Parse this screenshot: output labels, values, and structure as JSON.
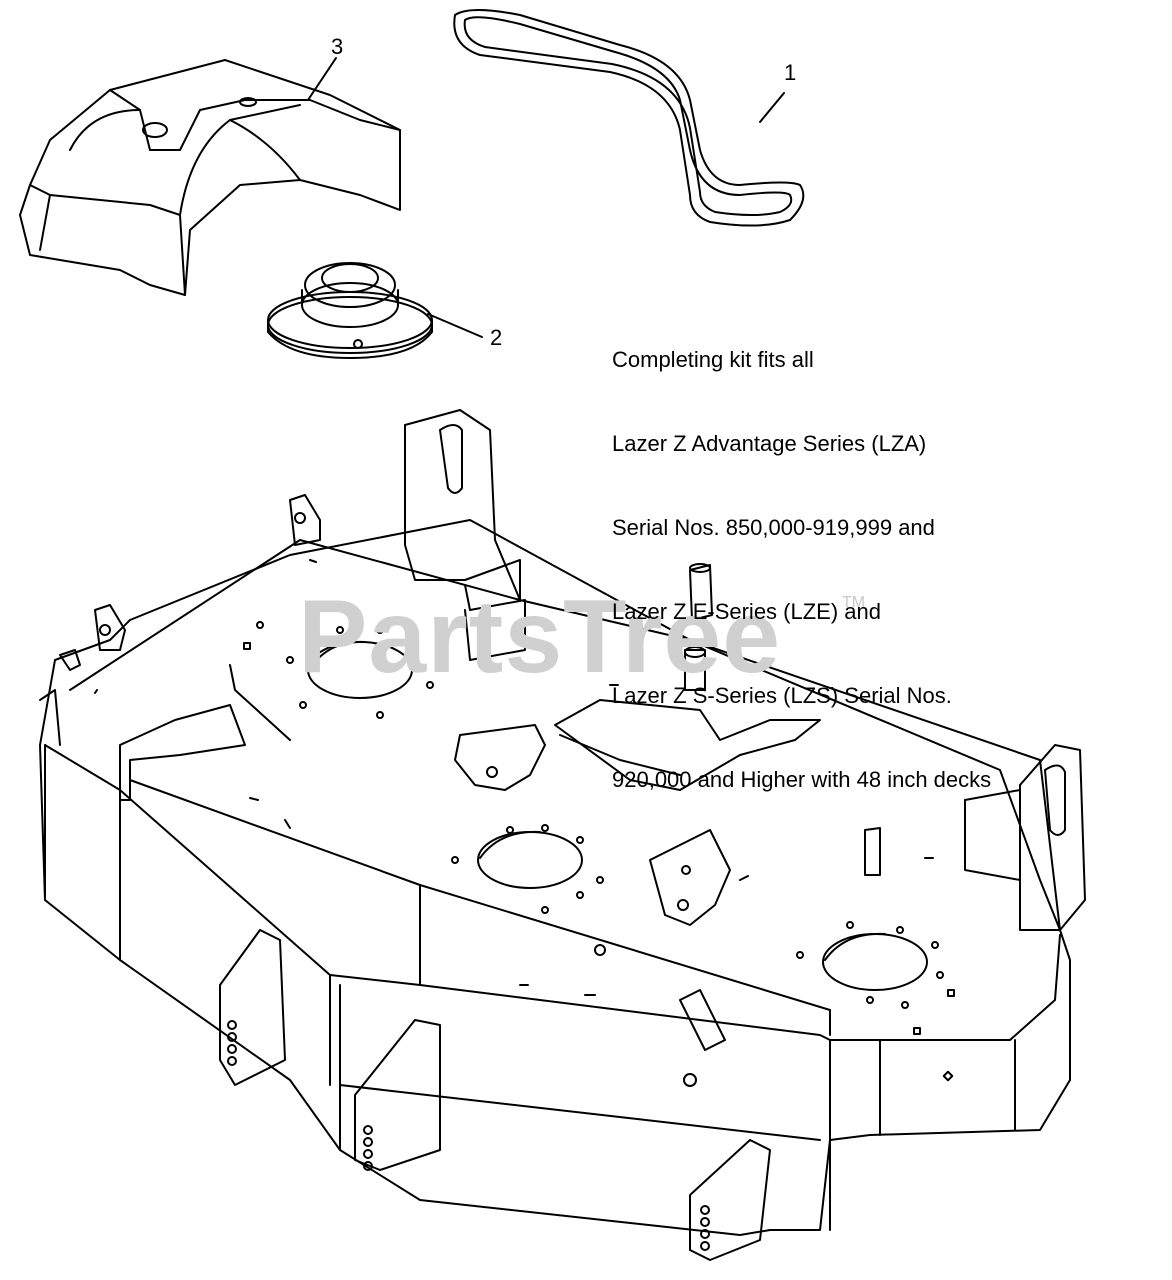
{
  "callouts": {
    "c1": "1",
    "c2": "2",
    "c3": "3"
  },
  "note": {
    "line1": "Completing kit fits all",
    "line2": "Lazer Z Advantage Series (LZA)",
    "line3": "Serial Nos. 850,000-919,999 and",
    "line4": "Lazer Z E-Series (LZE) and",
    "line5": "Lazer Z S-Series (LZS) Serial Nos.",
    "line6": "920,000 and Higher with 48 inch decks"
  },
  "watermark": {
    "text": "PartsTree",
    "tm": "TM"
  },
  "colors": {
    "line": "#000000",
    "background": "#ffffff",
    "watermark": "#d0d0d0"
  }
}
